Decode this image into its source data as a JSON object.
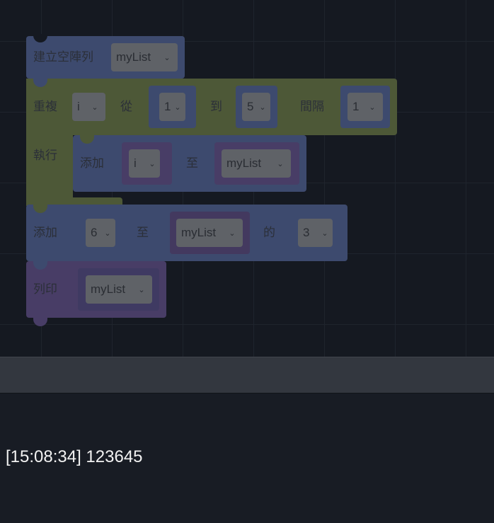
{
  "blocks": {
    "create": {
      "label": "建立空陣列",
      "var": "myList"
    },
    "repeat": {
      "label": "重複",
      "var": "i",
      "from_label": "從",
      "from": "1",
      "to_label": "到",
      "to": "5",
      "step_label": "間隔",
      "step": "1",
      "do_label": "執行"
    },
    "add_inner": {
      "label": "添加",
      "value": "i",
      "to_label": "至",
      "list": "myList"
    },
    "add_at": {
      "label": "添加",
      "value": "6",
      "to_label": "至",
      "list": "myList",
      "of_label": "的",
      "index": "3"
    },
    "print": {
      "label": "列印",
      "list": "myList"
    }
  },
  "output": {
    "line": "[15:08:34] 123645"
  },
  "colors": {
    "list_block": "#3d4a6e",
    "loop_block": "#4d5837",
    "variable_block": "#483d66"
  }
}
